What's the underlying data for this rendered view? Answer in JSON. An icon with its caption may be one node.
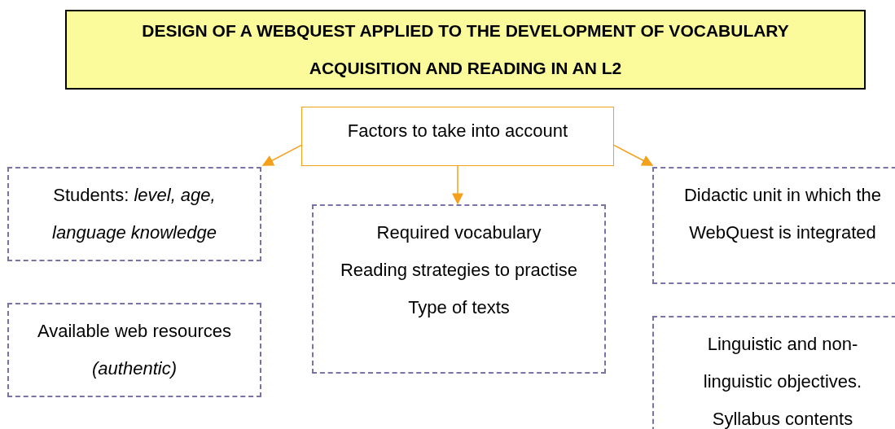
{
  "diagram": {
    "title": "DESIGN OF A WEBQUEST APPLIED TO THE DEVELOPMENT OF VOCABULARY ACQUISITION AND READING IN AN L2",
    "nodes": [
      {
        "text": [
          "Factors to take into account"
        ]
      },
      {
        "text": [
          "Students: *level, age, language knowledge*"
        ]
      },
      {
        "text": [
          "Required vocabulary",
          "Reading strategies to practise",
          "Type of texts"
        ]
      },
      {
        "text": [
          "Didactic unit in which the WebQuest is integrated"
        ]
      },
      {
        "text": [
          "Available web resources *(authentic)*"
        ]
      },
      {
        "text": [
          "Linguistic and non-linguistic objectives.",
          "Syllabus contents"
        ]
      }
    ],
    "edges": [
      {
        "from": 0,
        "to": 1,
        "arrow": "to"
      },
      {
        "from": 0,
        "to": 2,
        "arrow": "to"
      },
      {
        "from": 0,
        "to": 3,
        "arrow": "to"
      }
    ]
  }
}
